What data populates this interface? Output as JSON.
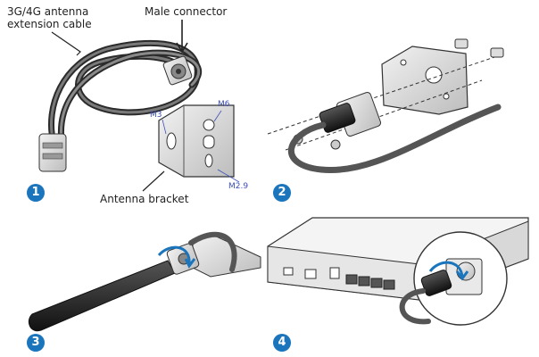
{
  "labels": {
    "cable": [
      "3G/4G antenna",
      "extension cable"
    ],
    "male_connector": "Male connector",
    "antenna_bracket": "Antenna bracket"
  },
  "dimensions": {
    "m3": "M3",
    "m6": "M6",
    "m29": "M2.9"
  },
  "steps": [
    "1",
    "2",
    "3",
    "4"
  ],
  "colors": {
    "step_badge": "#1b75bc",
    "dimension_text": "#3b4fb8",
    "arrow": "#1b75bc"
  }
}
